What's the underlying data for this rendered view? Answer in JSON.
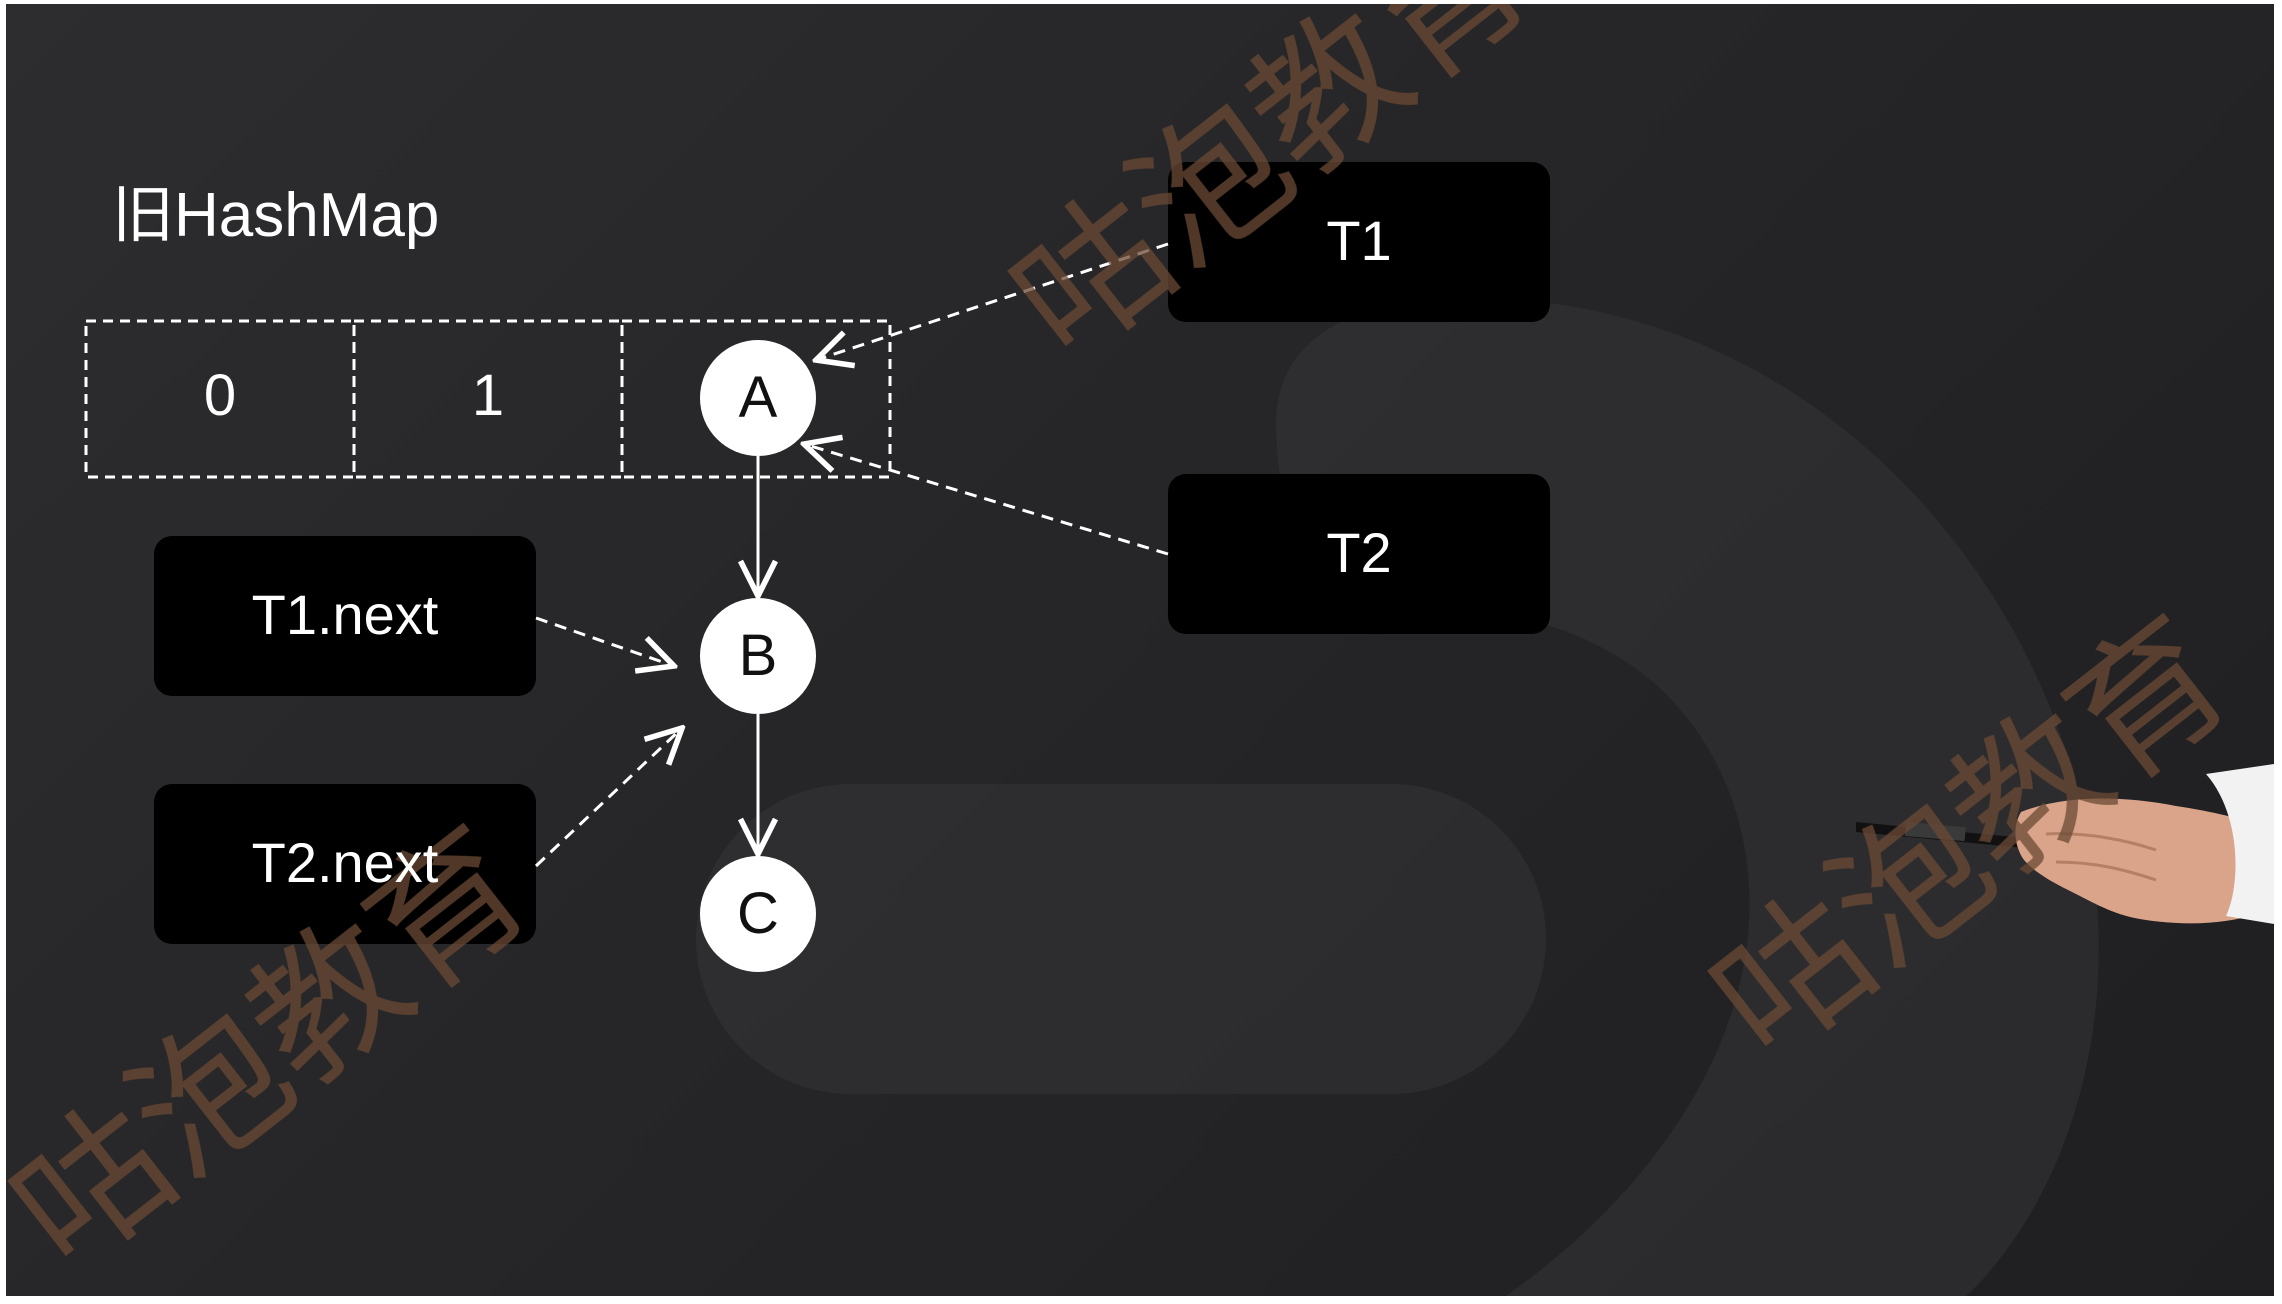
{
  "diagram": {
    "title": "旧HashMap",
    "array_cells": [
      "0",
      "1"
    ],
    "nodes": [
      "A",
      "B",
      "C"
    ],
    "thread_boxes": {
      "t1": "T1",
      "t2": "T2",
      "t1_next": "T1.next",
      "t2_next": "T2.next"
    }
  },
  "watermark": {
    "text": "咕泡教育"
  },
  "colors": {
    "background": "#262628",
    "box": "#000000",
    "node": "#ffffff",
    "text": "#ffffff",
    "watermark": "#6b4a35"
  }
}
